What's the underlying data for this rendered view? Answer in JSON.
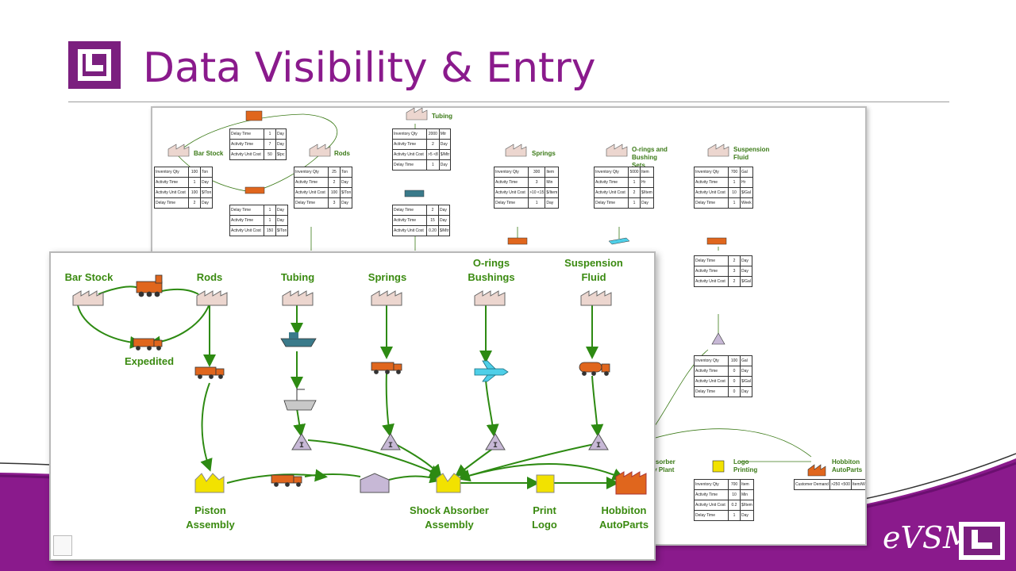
{
  "slide": {
    "title": "Data Visibility & Entry",
    "brand": "eVSM",
    "accent": "#8a1a8c"
  },
  "back_map": {
    "labels": [
      "Bar Stock",
      "Rods",
      "Tubing",
      "Springs",
      "O-rings and Bushing Sets",
      "Suspension Fluid",
      "bsorber",
      "ly Plant",
      "Logo",
      "Printing",
      "Hobbiton",
      "AutoParts"
    ],
    "tables": [
      {
        "rows": [
          [
            "Delay Time",
            "1",
            "Day"
          ],
          [
            "Activity Time",
            "7",
            "Day"
          ],
          [
            "Activity Unit Cost",
            "50",
            "$/pc"
          ]
        ]
      },
      {
        "rows": [
          [
            "Inventory Qty",
            "100",
            "Ton"
          ],
          [
            "Activity Time",
            "1",
            "Day"
          ],
          [
            "Activity Unit Cost",
            "100",
            "$/Ton"
          ],
          [
            "Delay Time",
            "2",
            "Day"
          ]
        ]
      },
      {
        "rows": [
          [
            "Inventory Qty",
            "25",
            "Ton"
          ],
          [
            "Activity Time",
            "2",
            "Day"
          ],
          [
            "Activity Unit Cost",
            "100",
            "$/Ton"
          ],
          [
            "Delay Time",
            "3",
            "Day"
          ]
        ]
      },
      {
        "rows": [
          [
            "Delay Time",
            "1",
            "Day"
          ],
          [
            "Activity Time",
            "1",
            "Day"
          ],
          [
            "Activity Unit Cost",
            "150",
            "$/Ton"
          ]
        ]
      },
      {
        "rows": [
          [
            "Inventory Qty",
            "2000",
            "Mtr"
          ],
          [
            "Activity Time",
            "2",
            "Day"
          ],
          [
            "Activity Unit Cost",
            ">5 <8",
            "$/Mtr"
          ],
          [
            "Delay Time",
            "1",
            "Day"
          ]
        ]
      },
      {
        "rows": [
          [
            "Delay Time",
            "2",
            "Day"
          ],
          [
            "Activity Time",
            "15",
            "Day"
          ],
          [
            "Activity Unit Cost",
            "0.20",
            "$/Mtr"
          ]
        ]
      },
      {
        "rows": [
          [
            "Inventory Qty",
            "300",
            "Item"
          ],
          [
            "Activity Time",
            "3",
            "Min"
          ],
          [
            "Activity Unit Cost",
            ">10 <15",
            "$/Item"
          ],
          [
            "Delay Time",
            "1",
            "Day"
          ]
        ]
      },
      {
        "rows": [
          [
            "Inventory Qty",
            "5000",
            "Item"
          ],
          [
            "Activity Time",
            "1",
            "Hr"
          ],
          [
            "Activity Unit Cost",
            "2",
            "$/Item"
          ],
          [
            "Delay Time",
            "1",
            "Day"
          ]
        ]
      },
      {
        "rows": [
          [
            "Inventory Qty",
            "700",
            "Gal"
          ],
          [
            "Activity Time",
            "1",
            "Hr"
          ],
          [
            "Activity Unit Cost",
            "10",
            "$/Gal"
          ],
          [
            "Delay Time",
            "1",
            "Week"
          ]
        ]
      },
      {
        "rows": [
          [
            "Delay Time",
            "2",
            "Day"
          ],
          [
            "Activity Time",
            "3",
            "Day"
          ],
          [
            "Activity Unit Cost",
            "2",
            "$/Gal"
          ]
        ]
      },
      {
        "rows": [
          [
            "Inventory Qty",
            "100",
            "Gal"
          ],
          [
            "Activity Time",
            "0",
            "Day"
          ],
          [
            "Activity Unit Cost",
            "0",
            "$/Gal"
          ],
          [
            "Delay Time",
            "0",
            "Day"
          ]
        ]
      },
      {
        "rows": [
          [
            "Inventory Qty",
            "700",
            "Item"
          ],
          [
            "Activity Time",
            "10",
            "Min"
          ],
          [
            "Activity Unit Cost",
            "0.2",
            "$/Item"
          ],
          [
            "Delay Time",
            "1",
            "Day"
          ]
        ]
      },
      {
        "rows": [
          [
            "Customer Demand",
            ">250 <500",
            "Item/Week"
          ]
        ]
      }
    ]
  },
  "front_map": {
    "labels": [
      "Bar Stock",
      "Rods",
      "Tubing",
      "Springs",
      "O-rings\nBushings",
      "Suspension\nFluid",
      "Expedited",
      "Piston\nAssembly",
      "Shock Absorber\nAssembly",
      "Print\nLogo",
      "Hobbiton\nAutoParts"
    ],
    "inventory_marker": "I",
    "colors": {
      "flow": "#2d8a12",
      "supplier": "#ecd6cf",
      "process": "#f2e200",
      "customer": "#e0661d",
      "inventory": "#c7b8d6"
    }
  }
}
